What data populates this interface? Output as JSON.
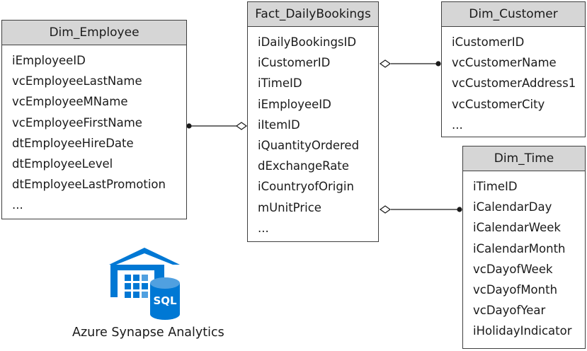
{
  "tables": {
    "employee": {
      "title": "Dim_Employee",
      "fields": [
        "iEmployeeID",
        "vcEmployeeLastName",
        "vcEmployeeMName",
        "vcEmployeeFirstName",
        "dtEmployeeHireDate",
        "dtEmployeeLevel",
        "dtEmployeeLastPromotion",
        "..."
      ]
    },
    "fact": {
      "title": "Fact_DailyBookings",
      "fields": [
        "iDailyBookingsID",
        "iCustomerID",
        "iTimeID",
        "iEmployeeID",
        "iItemID",
        "iQuantityOrdered",
        "dExchangeRate",
        "iCountryofOrigin",
        "mUnitPrice",
        "..."
      ]
    },
    "customer": {
      "title": "Dim_Customer",
      "fields": [
        "iCustomerID",
        "vcCustomerName",
        "vcCustomerAddress1",
        "vcCustomerCity",
        "..."
      ]
    },
    "time": {
      "title": "Dim_Time",
      "fields": [
        "iTimeID",
        "iCalendarDay",
        "iCalendarWeek",
        "iCalendarMonth",
        "vcDayofWeek",
        "vcDayofMonth",
        "vcDayofYear",
        "iHolidayIndicator"
      ]
    }
  },
  "relationships": [
    {
      "from": "Dim_Employee",
      "to": "Fact_DailyBookings",
      "one_end": "Dim_Employee",
      "many_end": "Fact_DailyBookings"
    },
    {
      "from": "Fact_DailyBookings",
      "to": "Dim_Customer",
      "one_end": "Dim_Customer",
      "many_end": "Fact_DailyBookings"
    },
    {
      "from": "Fact_DailyBookings",
      "to": "Dim_Time",
      "one_end": "Dim_Time",
      "many_end": "Fact_DailyBookings"
    }
  ],
  "logo": {
    "caption": "Azure Synapse Analytics",
    "badge": "SQL",
    "icon": "azure-synapse-icon",
    "colors": {
      "blue": "#0078d4",
      "light": "#50a0e0"
    }
  },
  "colors": {
    "header_bg": "#d6d6d6",
    "border": "#3f3f3f",
    "text": "#1a1a1a"
  }
}
